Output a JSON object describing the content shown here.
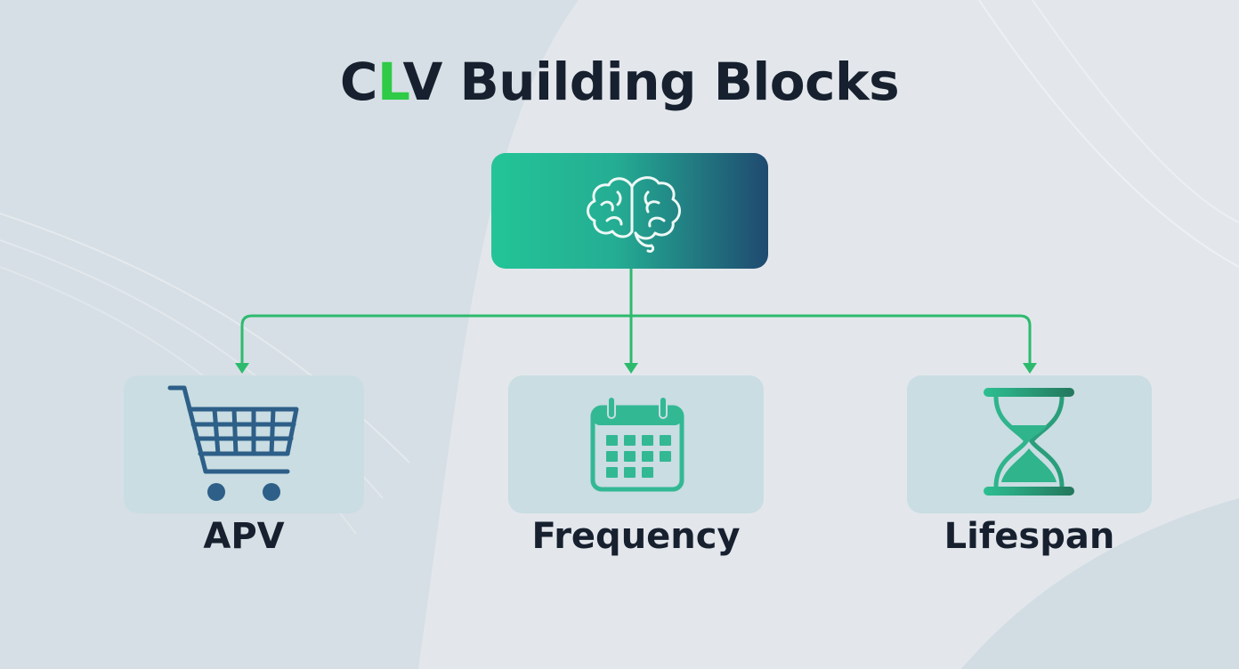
{
  "title": {
    "prefix": "C",
    "accent": "L",
    "suffix": "V Building Blocks",
    "accent_color": "#2fca46"
  },
  "root": {
    "icon": "brain-icon"
  },
  "children": [
    {
      "label": "APV",
      "icon": "shopping-cart-icon"
    },
    {
      "label": "Frequency",
      "icon": "calendar-icon"
    },
    {
      "label": "Lifespan",
      "icon": "hourglass-icon"
    }
  ],
  "colors": {
    "background": "#e3e7ec",
    "connector": "#2dba6e",
    "root_gradient_start": "#23c497",
    "root_gradient_end": "#1f4a70",
    "child_box": "#c9dde2",
    "text": "#17202e",
    "cart": "#2d5f88",
    "teal_icon": "#33b894"
  }
}
